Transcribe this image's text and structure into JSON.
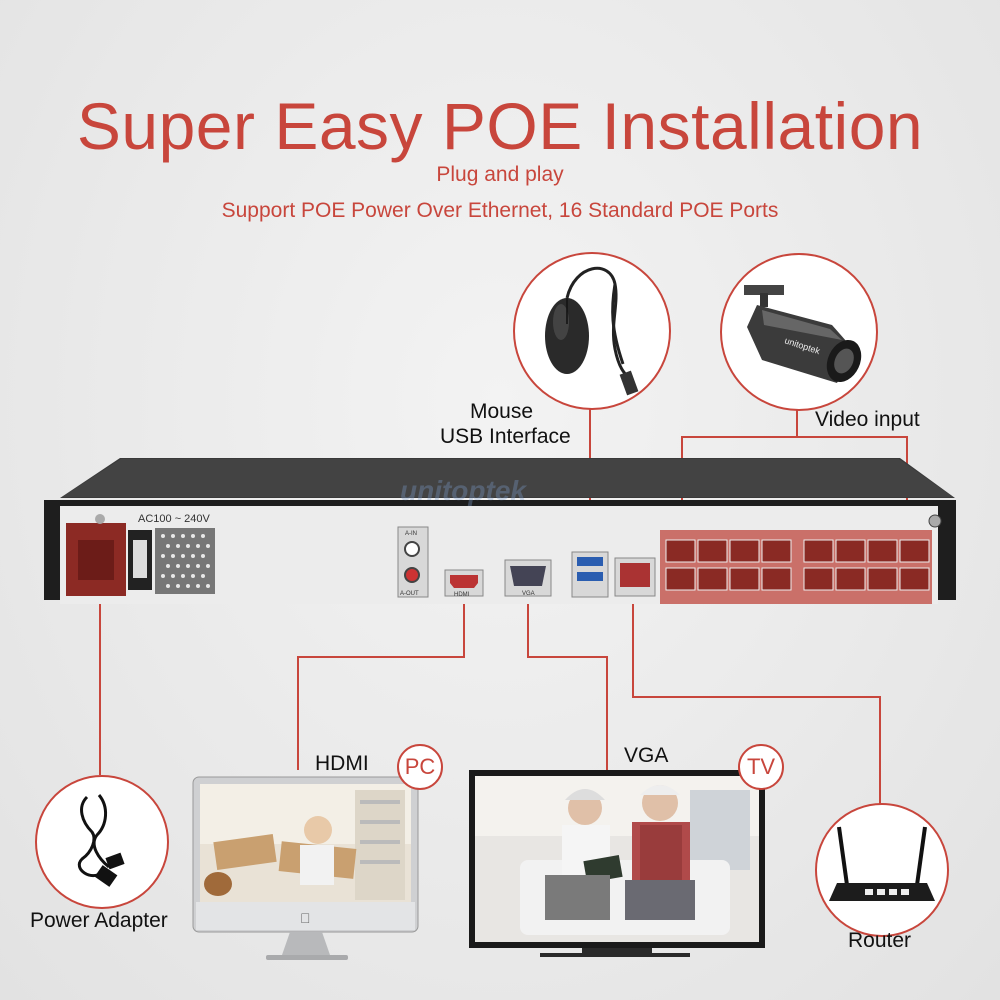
{
  "header": {
    "title": "Super Easy POE Installation",
    "subtitle1": "Plug and play",
    "subtitle2": "Support POE Power Over Ethernet, 16 Standard POE Ports"
  },
  "labels": {
    "mouse_line1": "Mouse",
    "mouse_line2": "USB Interface",
    "video_input": "Video input",
    "hdmi": "HDMI",
    "vga": "VGA",
    "power_adapter": "Power Adapter",
    "router": "Router"
  },
  "badges": {
    "pc": "PC",
    "tv": "TV"
  },
  "device": {
    "voltage": "AC100 ~ 240V",
    "audio_in": "A-IN",
    "audio_out": "A-OUT",
    "hdmi_port": "HDMI",
    "vga_port": "VGA",
    "watermark": "unitoptek"
  },
  "camera_brand": "unitoptek",
  "colors": {
    "accent": "#c8463c",
    "device_body": "#2a2a2a",
    "panel": "#ececec"
  }
}
